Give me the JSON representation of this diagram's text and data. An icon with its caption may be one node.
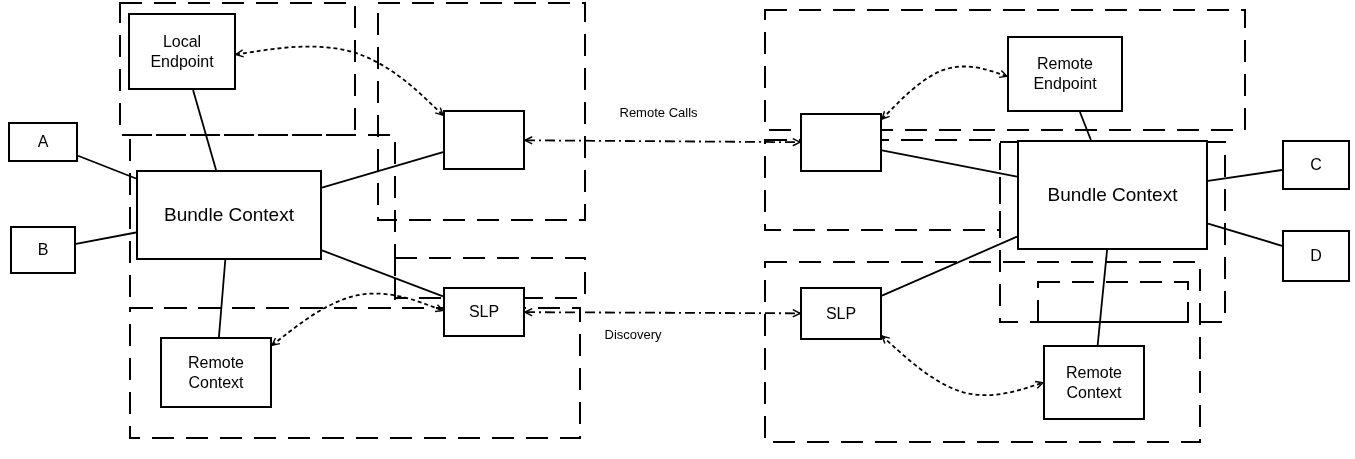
{
  "diagram": {
    "nodes": [
      {
        "text": [
          "A"
        ]
      },
      {
        "text": [
          "B"
        ]
      },
      {
        "text": [
          "Local Endpoint"
        ]
      },
      {
        "text": [
          "Bundle Context"
        ]
      },
      {
        "text": [],
        "shape": "box"
      },
      {
        "text": [
          "SLP"
        ]
      },
      {
        "text": [
          "Remote Context"
        ]
      },
      {
        "text": [],
        "shape": "box"
      },
      {
        "text": [
          "Remote Endpoint"
        ]
      },
      {
        "text": [
          "Bundle Context"
        ]
      },
      {
        "text": [
          "SLP"
        ]
      },
      {
        "text": [
          "Remote Context"
        ]
      },
      {
        "text": [
          "C"
        ]
      },
      {
        "text": [
          "D"
        ]
      }
    ],
    "edges": [
      {
        "from": 0,
        "to": 3,
        "arrow": "none"
      },
      {
        "from": 1,
        "to": 3,
        "arrow": "none"
      },
      {
        "from": 2,
        "to": 3,
        "arrow": "none"
      },
      {
        "from": 3,
        "to": 4,
        "arrow": "none"
      },
      {
        "from": 3,
        "to": 5,
        "arrow": "none"
      },
      {
        "from": 3,
        "to": 6,
        "arrow": "none"
      },
      {
        "from": 2,
        "to": 4,
        "arrow": "both",
        "style": "dashed"
      },
      {
        "from": 6,
        "to": 5,
        "arrow": "both",
        "style": "dashed"
      },
      {
        "from": 4,
        "to": 7,
        "arrow": "both",
        "style": "dashed",
        "label": "Remote Calls"
      },
      {
        "from": 5,
        "to": 10,
        "arrow": "both",
        "style": "dashed",
        "label": "Discovery"
      },
      {
        "from": 7,
        "to": 9,
        "arrow": "none"
      },
      {
        "from": 10,
        "to": 9,
        "arrow": "none"
      },
      {
        "from": 8,
        "to": 9,
        "arrow": "none"
      },
      {
        "from": 9,
        "to": 11,
        "arrow": "none"
      },
      {
        "from": 9,
        "to": 12,
        "arrow": "none"
      },
      {
        "from": 9,
        "to": 13,
        "arrow": "none"
      },
      {
        "from": 7,
        "to": 8,
        "arrow": "both",
        "style": "dashed"
      },
      {
        "from": 10,
        "to": 11,
        "arrow": "both",
        "style": "dashed"
      }
    ]
  }
}
